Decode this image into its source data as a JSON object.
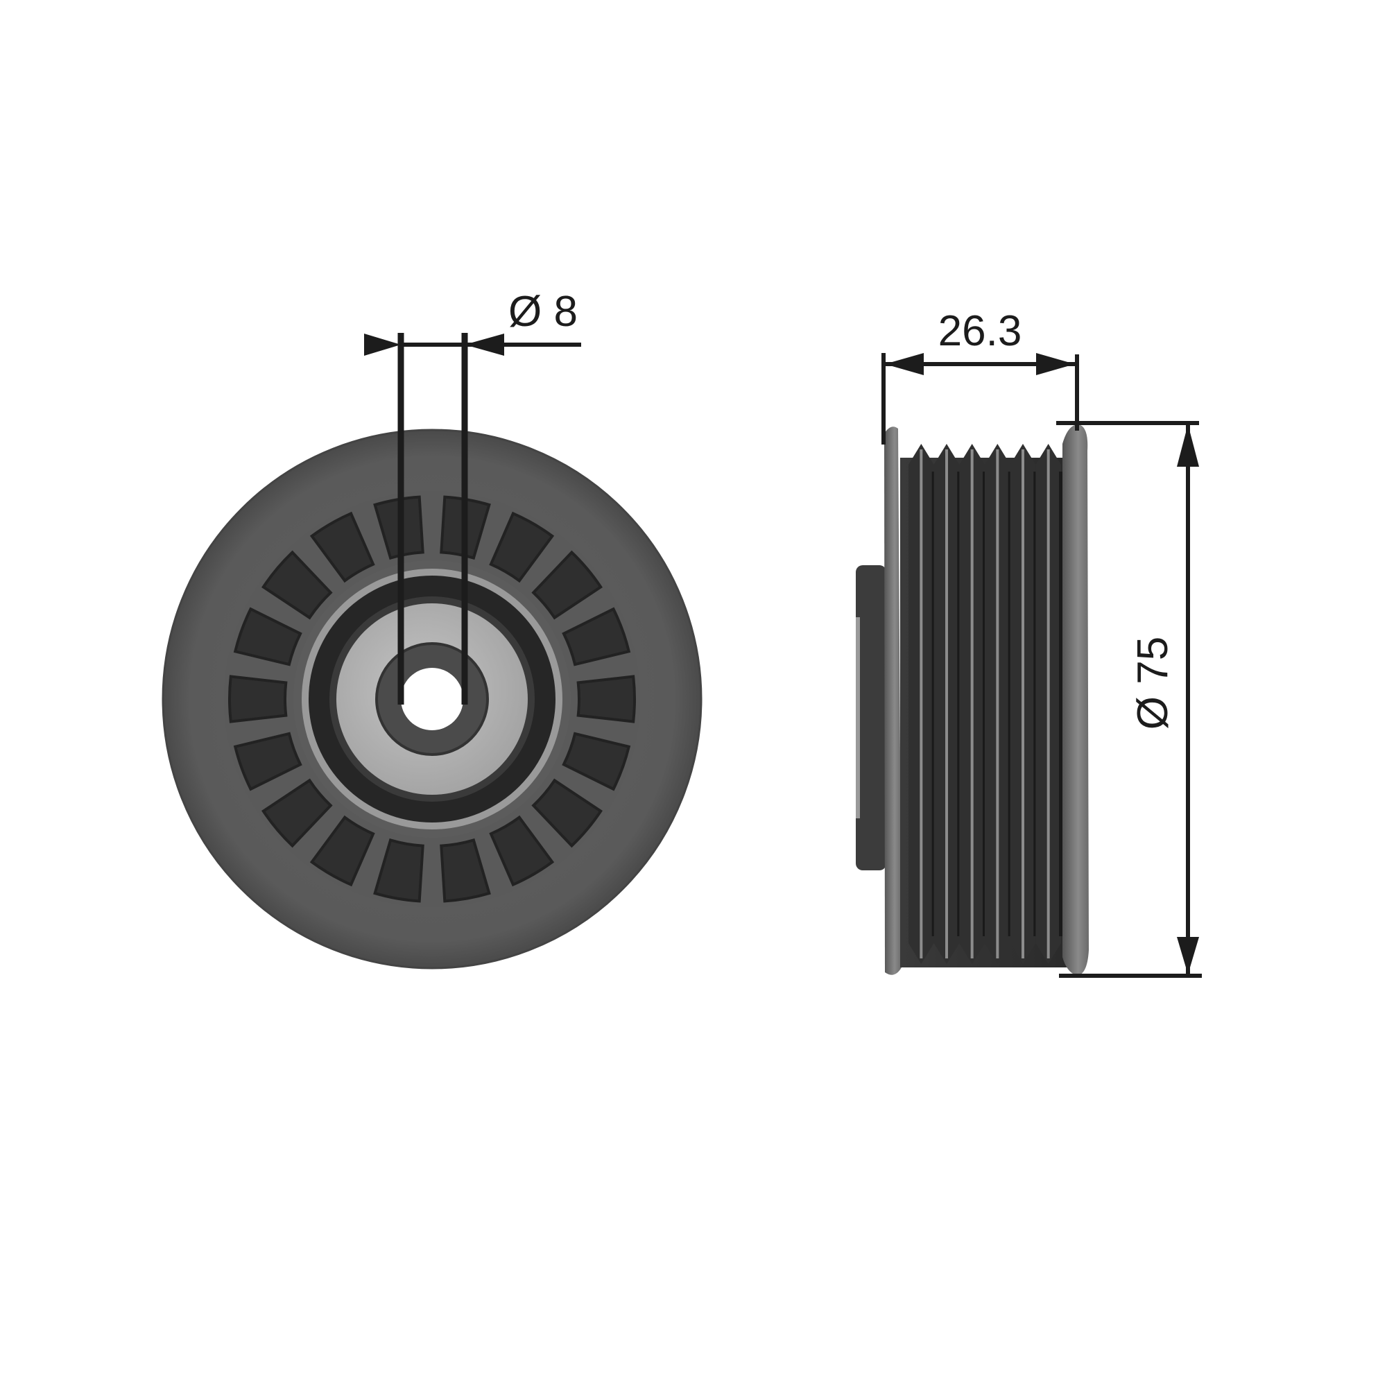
{
  "drawing": {
    "subject": "Idler pulley (technical dimension drawing)",
    "colors": {
      "background": "#ffffff",
      "dimension_line": "#1c1c1c",
      "pulley_body": "#5a5a5a",
      "pulley_dark": "#2e2e2e",
      "bearing_race": "#b5b5b5",
      "seal_ring": "#262626"
    },
    "views": [
      {
        "name": "front-view",
        "description": "Face view of pulley with 18 spoked pockets and central bearing"
      },
      {
        "name": "side-view",
        "description": "Profile view of pulley showing 6 ribbed grooves"
      }
    ],
    "dimensions": {
      "bore": {
        "label": "Ø 8",
        "value": 8,
        "unit": "mm",
        "type": "diameter"
      },
      "width": {
        "label": "26.3",
        "value": 26.3,
        "unit": "mm",
        "type": "linear"
      },
      "outer_diameter": {
        "label": "Ø 75",
        "value": 75,
        "unit": "mm",
        "type": "diameter"
      }
    },
    "front_view": {
      "pocket_count": 18
    },
    "side_view": {
      "rib_count": 6
    }
  }
}
